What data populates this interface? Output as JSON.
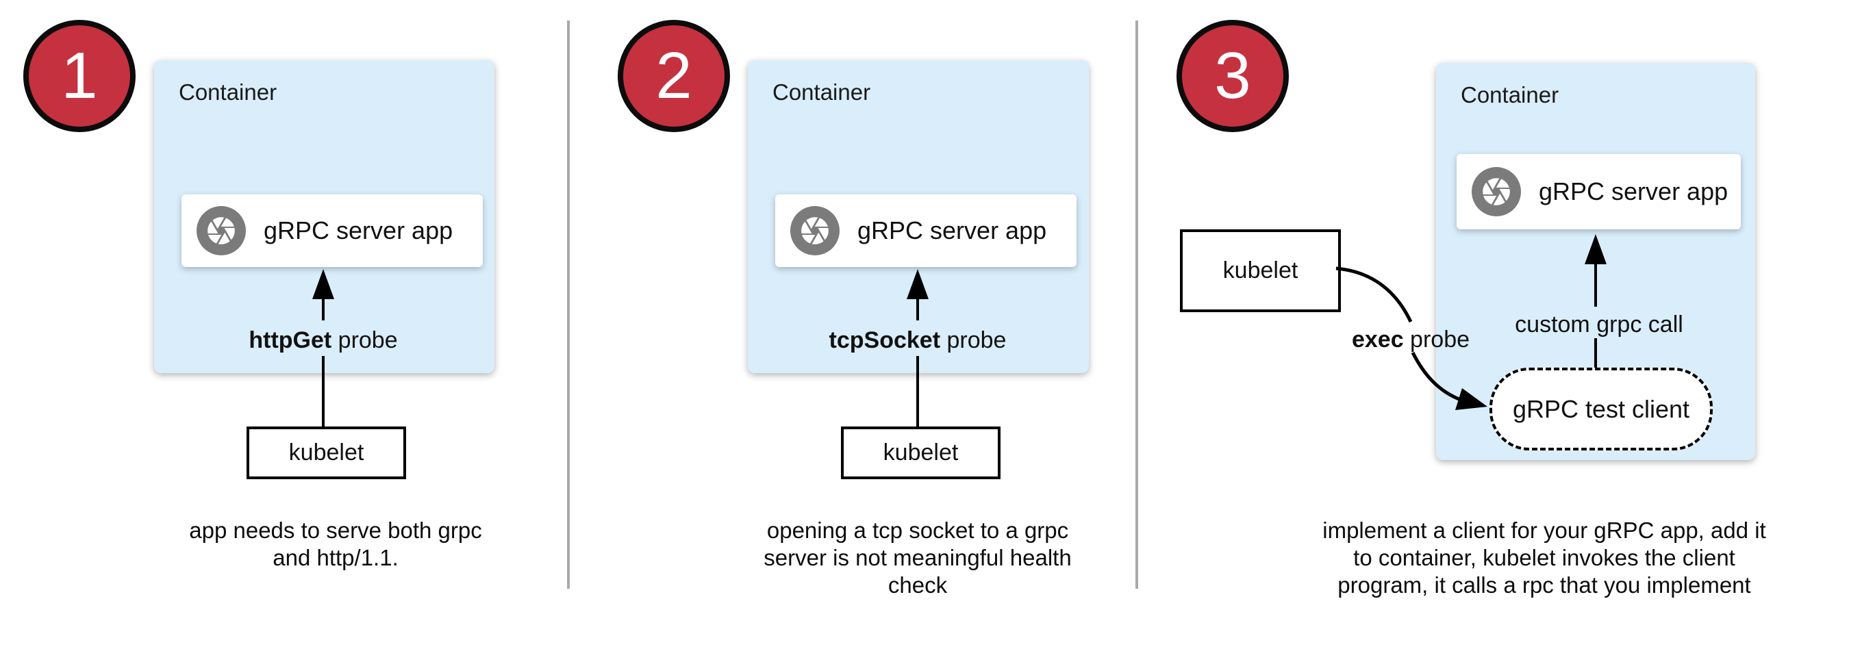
{
  "colors": {
    "badge_red": "#c5313f",
    "container_blue": "#d9edfa",
    "icon_gray": "#7b7b7b",
    "divider_gray": "#a9a9a9",
    "arrow_black": "#000000"
  },
  "panels": [
    {
      "badge": "1",
      "container_label": "Container",
      "app_label": "gRPC server app",
      "probe_bold": "httpGet",
      "probe_rest": " probe",
      "kubelet_label": "kubelet",
      "caption_lines": [
        "app needs to serve both grpc",
        "and http/1.1."
      ]
    },
    {
      "badge": "2",
      "container_label": "Container",
      "app_label": "gRPC server app",
      "probe_bold": "tcpSocket",
      "probe_rest": " probe",
      "kubelet_label": "kubelet",
      "caption_lines": [
        "opening a tcp socket to a grpc",
        "server is not meaningful health",
        "check"
      ]
    },
    {
      "badge": "3",
      "container_label": "Container",
      "app_label": "gRPC server app",
      "probe_bold": "exec",
      "probe_rest": " probe",
      "kubelet_label": "kubelet",
      "client_label": "gRPC test client",
      "call_label": "custom grpc call",
      "caption_lines": [
        "implement a client for your gRPC app, add it",
        "to container, kubelet invokes the client",
        "program, it calls a rpc that you implement"
      ]
    }
  ]
}
